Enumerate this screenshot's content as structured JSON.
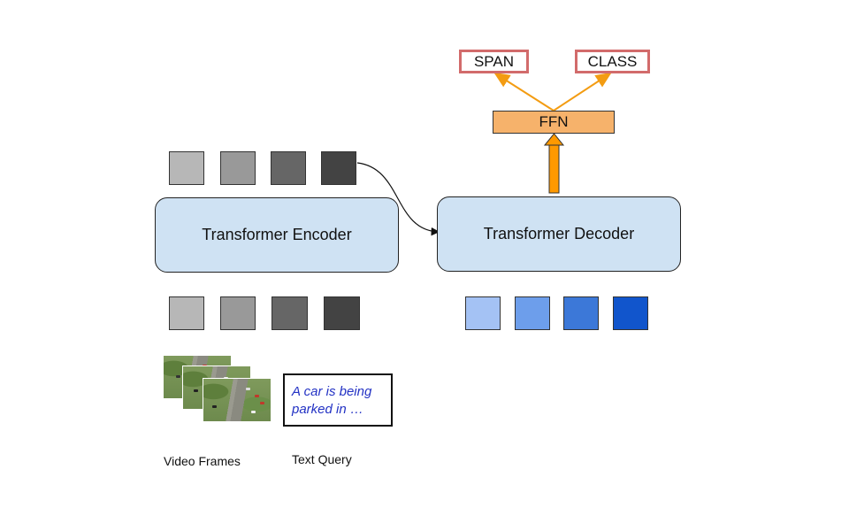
{
  "encoder": {
    "label": "Transformer Encoder",
    "input_tokens": [
      {
        "color": "#b7b7b7"
      },
      {
        "color": "#999999"
      },
      {
        "color": "#666666"
      },
      {
        "color": "#434343"
      }
    ],
    "output_tokens": [
      {
        "color": "#b7b7b7"
      },
      {
        "color": "#999999"
      },
      {
        "color": "#666666"
      },
      {
        "color": "#434343"
      }
    ]
  },
  "decoder": {
    "label": "Transformer Decoder",
    "query_tokens": [
      {
        "color": "#a4c2f4"
      },
      {
        "color": "#6d9eeb"
      },
      {
        "color": "#3c78d8"
      },
      {
        "color": "#1155cc"
      }
    ]
  },
  "ffn": {
    "label": "FFN",
    "color": "#f6b26b"
  },
  "outputs": {
    "span_label": "SPAN",
    "class_label": "CLASS",
    "border_color": "#d26b6b"
  },
  "arrow_color": "#f39c12",
  "inputs": {
    "video_caption": "Video Frames",
    "text_caption": "Text Query",
    "text_query": "A car is being parked in …"
  }
}
